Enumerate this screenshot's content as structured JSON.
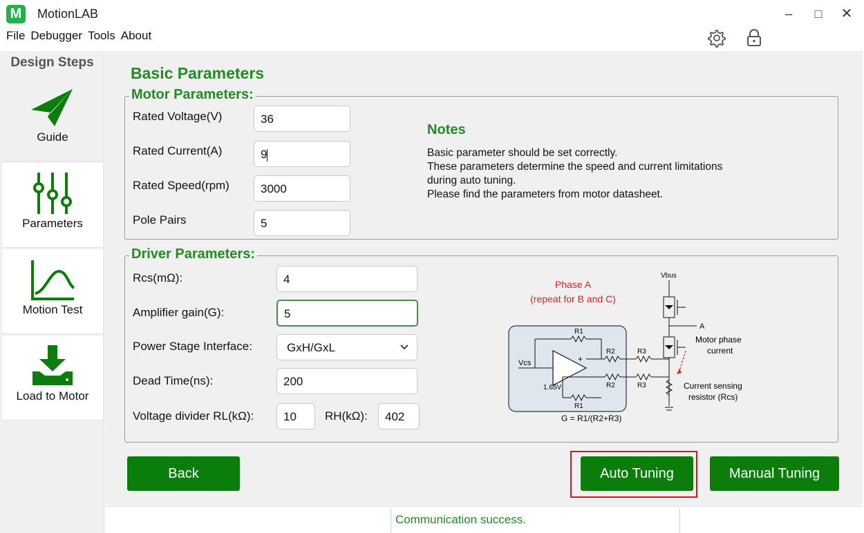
{
  "app": {
    "logo_letter": "M",
    "title": "MotionLAB"
  },
  "window_controls": {
    "minimize": "‒",
    "maximize": "□",
    "close": "✕"
  },
  "menu": [
    "File",
    "Debugger",
    "Tools",
    "About"
  ],
  "sidebar": {
    "header": "Design Steps",
    "steps": [
      {
        "label": "Guide",
        "icon": "paper-plane-icon"
      },
      {
        "label": "Parameters",
        "icon": "sliders-icon"
      },
      {
        "label": "Motion Test",
        "icon": "curve-chart-icon"
      },
      {
        "label": "Load to Motor",
        "icon": "download-icon"
      }
    ]
  },
  "page": {
    "title": "Basic Parameters"
  },
  "motor": {
    "legend": "Motor Parameters:",
    "rated_voltage_label": "Rated Voltage(V)",
    "rated_voltage": "36",
    "rated_current_label": "Rated Current(A)",
    "rated_current": "9",
    "rated_speed_label": "Rated Speed(rpm)",
    "rated_speed": "3000",
    "pole_pairs_label": "Pole Pairs",
    "pole_pairs": "5"
  },
  "notes": {
    "title": "Notes",
    "lines": [
      "Basic parameter should be set correctly.",
      "These parameters determine the speed and current limitations",
      "during auto tuning.",
      "Please find the parameters from motor datasheet."
    ]
  },
  "driver": {
    "legend": "Driver Parameters:",
    "rcs_label": "Rcs(mΩ):",
    "rcs": "4",
    "gain_label": "Amplifier gain(G):",
    "gain": "5",
    "interface_label": "Power Stage Interface:",
    "interface": "GxH/GxL",
    "dead_time_label": "Dead Time(ns):",
    "dead_time": "200",
    "divider_label": "Voltage divider RL(kΩ):",
    "rl": "10",
    "rh_label": "RH(kΩ):",
    "rh": "402"
  },
  "diagram": {
    "phase_title": "Phase A",
    "phase_sub": "(repeat for B and C)",
    "vbus": "Vbus",
    "node_a": "A",
    "motor_current": "Motor phase",
    "motor_current2": "current",
    "sense_label": "Current sensing",
    "sense_label2": "resistor (Rcs)",
    "vcs": "Vcs",
    "v165": "1.65V",
    "r1": "R1",
    "r2": "R2",
    "r3": "R3",
    "plus": "+",
    "minus": "−",
    "formula": "G = R1/(R2+R3)"
  },
  "buttons": {
    "back": "Back",
    "auto": "Auto Tuning",
    "manual": "Manual Tuning"
  },
  "status": {
    "message": "Communication success."
  },
  "colors": {
    "accent": "#228b22",
    "button": "#0a7d0a",
    "highlight": "#e01010",
    "logo": "#22b14c"
  }
}
